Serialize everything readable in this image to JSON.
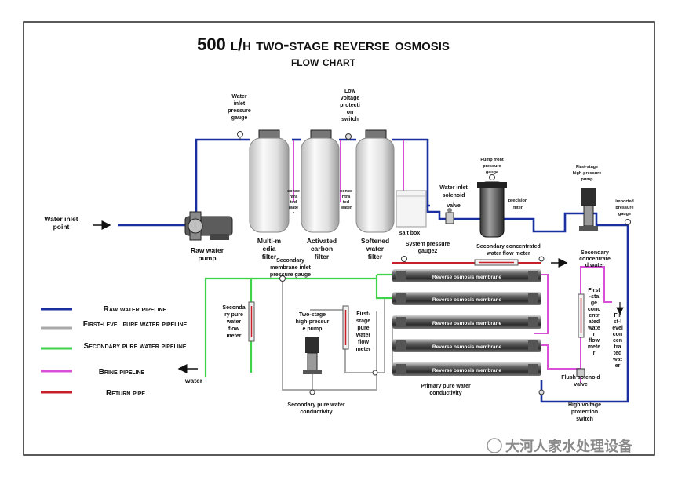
{
  "title": {
    "line1": "500 l/h two-stage reverse osmosis",
    "line2": "flow chart"
  },
  "colors": {
    "raw_water": "#1a2fa0",
    "first_pure": "#a9a9a9",
    "secondary_pure": "#3fd34a",
    "brine": "#d84fd8",
    "return": "#c8202a"
  },
  "legend": [
    {
      "label": "Raw water pipeline",
      "color_key": "raw_water"
    },
    {
      "label": "First-level pure water pipeline",
      "color_key": "first_pure"
    },
    {
      "label": "Secondary pure water pipeline",
      "color_key": "secondary_pure"
    },
    {
      "label": "Brine pipeline",
      "color_key": "brine"
    },
    {
      "label": "Return pipe",
      "color_key": "return"
    }
  ],
  "labels": {
    "water_inlet_point": [
      "Water inlet",
      "point"
    ],
    "raw_water_pump": [
      "Raw water",
      "pump"
    ],
    "inlet_gauge": [
      "Water",
      "inlet",
      "pressure",
      "gauge"
    ],
    "low_voltage_switch": [
      "Low",
      "voltage",
      "protecti",
      "on",
      "switch"
    ],
    "tank1": [
      "Multi-m",
      "edia",
      "filter"
    ],
    "tank2": [
      "Activated",
      "carbon",
      "filter"
    ],
    "tank3": [
      "Softened",
      "water",
      "filter"
    ],
    "conc1": [
      "conce",
      "ntra",
      "ted",
      "wate",
      "r"
    ],
    "conc2": [
      "conce",
      "ntra",
      "ted",
      "water"
    ],
    "salt_box": "salt box",
    "solenoid": [
      "Water inlet",
      "solenoid",
      "valve"
    ],
    "pump_front_gauge": [
      "Pump front",
      "pressure",
      "gauge"
    ],
    "precision_filter": [
      "precision",
      "filter"
    ],
    "first_stage_pump": [
      "First-stage",
      "high-pressure",
      "pump"
    ],
    "imported_gauge": [
      "imported",
      "pressure",
      "gauge"
    ],
    "system_gauge2": [
      "System pressure",
      "gauge2"
    ],
    "sec_conc_meter": [
      "Secondary concentrated",
      "water flow meter"
    ],
    "sec_conc_water": [
      "Secondary",
      "concentrate",
      "d water"
    ],
    "sec_inlet_gauge": [
      "Secondary",
      "membrane inlet",
      "pressure gauge"
    ],
    "membrane": "Reverse osmosis membrane",
    "sec_pure_meter": [
      "Seconda",
      "ry pure",
      "water",
      "flow",
      "meter"
    ],
    "two_stage_pump": [
      "Two-stage",
      "high-pressur",
      "e pump"
    ],
    "first_pure_meter": [
      "First-",
      "stage",
      "pure",
      "water",
      "flow",
      "meter"
    ],
    "first_conc_meter": [
      "First",
      "-sta",
      "ge",
      "conc",
      "entr",
      "ated",
      "wate",
      "r",
      "flow",
      "mete",
      "r"
    ],
    "first_level_conc": [
      "Fir",
      "st-l",
      "evel",
      "con",
      "cen",
      "tra",
      "ted",
      "wat",
      "er"
    ],
    "water_out": "water",
    "sec_conductivity": [
      "Secondary pure water",
      "conductivity"
    ],
    "pri_conductivity": [
      "Primary pure water",
      "conductivity"
    ],
    "flush_valve": [
      "Flush solenoid",
      "valve"
    ],
    "hv_switch": [
      "High voltage",
      "protection",
      "switch"
    ]
  },
  "watermark": "大河人家水处理设备"
}
